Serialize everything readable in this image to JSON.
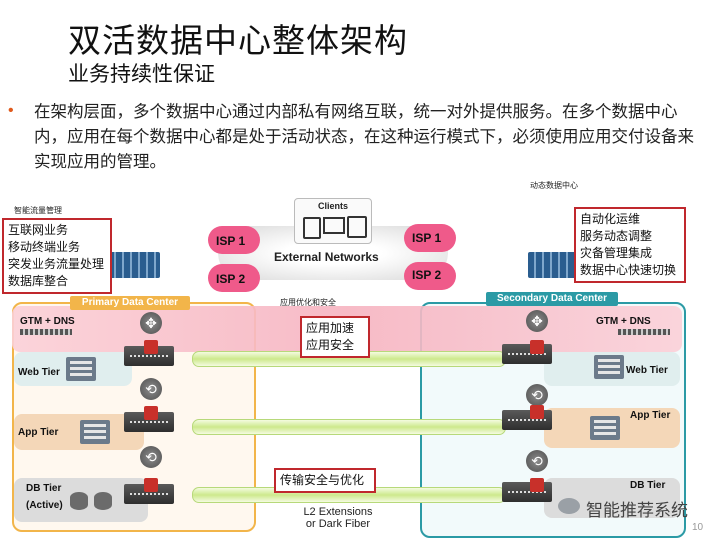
{
  "slide": {
    "title": "双活数据中心整体架构",
    "subtitle": "业务持续性保证",
    "bullet": "在架构层面，多个数据中心通过内部私有网络互联，统一对外提供服务。在多个数据中心内，应用在每个数据中心都是处于活动状态，在这种运行模式下，必须使用应用交付设备来实现应用的管理。",
    "page_number": "10"
  },
  "diagram": {
    "left_small_label": "智能流量管理",
    "right_small_label": "动态数据中心",
    "left_box": [
      "互联网业务",
      "移动终端业务",
      "突发业务流量处理",
      "数据库整合"
    ],
    "right_box": [
      "自动化运维",
      "服务动态调整",
      "灾备管理集成",
      "数据中心快速切换"
    ],
    "clients_label": "Clients",
    "external_networks": "External Networks",
    "isp_left_1": "ISP 1",
    "isp_left_2": "ISP 2",
    "isp_right_1": "ISP 1",
    "isp_right_2": "ISP 2",
    "center_small_label": "应用优化和安全",
    "center_box_top": [
      "应用加速",
      "应用安全"
    ],
    "center_box_bottom": "传输安全与优化",
    "primary_dc": "Primary Data Center",
    "secondary_dc": "Secondary Data Center",
    "gtm_left": "GTM + DNS",
    "gtm_right": "GTM + DNS",
    "web_tier_left": "Web Tier",
    "web_tier_right": "Web Tier",
    "app_tier_left": "App Tier",
    "app_tier_right": "App Tier",
    "db_tier_left": "DB Tier",
    "db_tier_left_status": "(Active)",
    "db_tier_right": "DB Tier",
    "l2_line1": "L2 Extensions",
    "l2_line2": "or Dark Fiber"
  },
  "watermark": "智能推荐系统",
  "colors": {
    "accent_red": "#c0282d",
    "primary_dc": "#f2b54a",
    "secondary_dc": "#2b9aa5",
    "pipe_green": "#cde98c",
    "isp_pink": "#e83a6a"
  }
}
